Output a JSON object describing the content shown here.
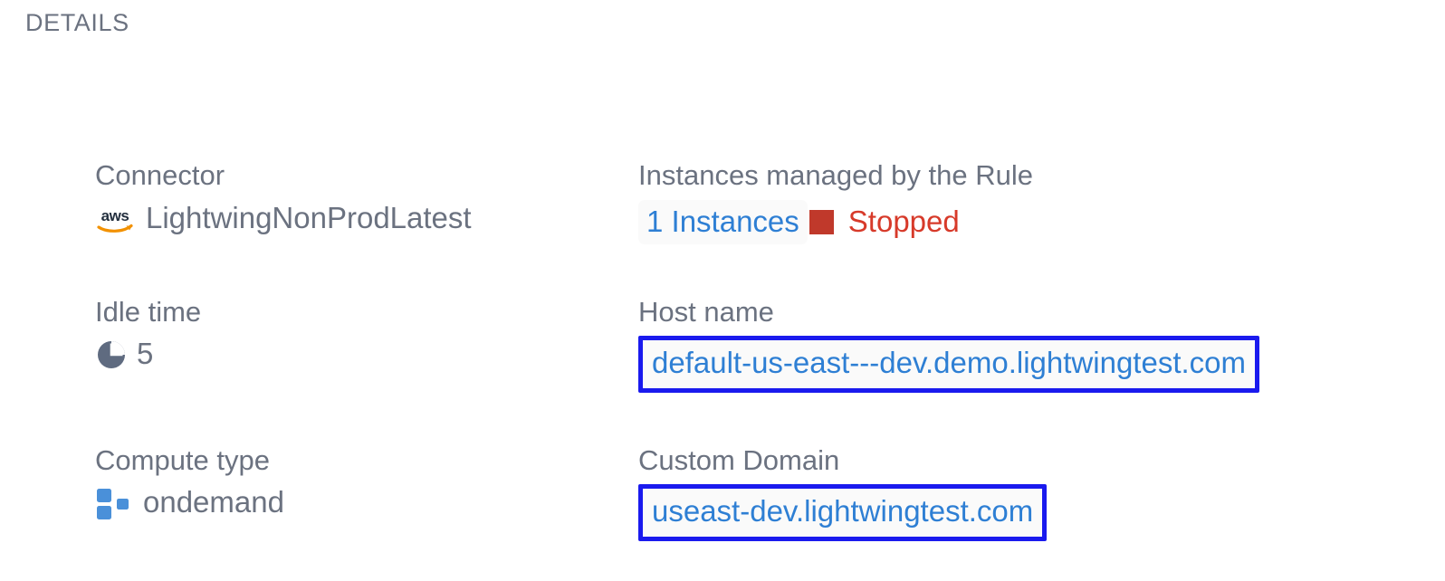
{
  "section": {
    "title": "DETAILS"
  },
  "colors": {
    "label_text": "#6b7280",
    "value_text": "#6b7280",
    "link_blue": "#2e7fd4",
    "annotation_blue": "#1a1aee",
    "status_red": "#d73a2a",
    "status_swatch_red": "#c0392b",
    "compute_icon_blue": "#4a90d9",
    "aws_orange": "#f29100",
    "chip_background": "#fafafa",
    "page_background": "#ffffff"
  },
  "details": {
    "connector": {
      "label": "Connector",
      "icon": "aws-logo-icon",
      "value": "LightwingNonProdLatest"
    },
    "instances": {
      "label": "Instances managed by the Rule",
      "count_text": "1 Instances",
      "status_icon": "stopped-square-icon",
      "status_text": "Stopped"
    },
    "idle_time": {
      "label": "Idle time",
      "icon": "clock-pie-icon",
      "value": "5"
    },
    "host_name": {
      "label": "Host name",
      "value": "default-us-east---dev.demo.lightwingtest.com"
    },
    "compute_type": {
      "label": "Compute type",
      "icon": "compute-squares-icon",
      "value": "ondemand"
    },
    "custom_domain": {
      "label": "Custom Domain",
      "value": "useast-dev.lightwingtest.com"
    }
  }
}
